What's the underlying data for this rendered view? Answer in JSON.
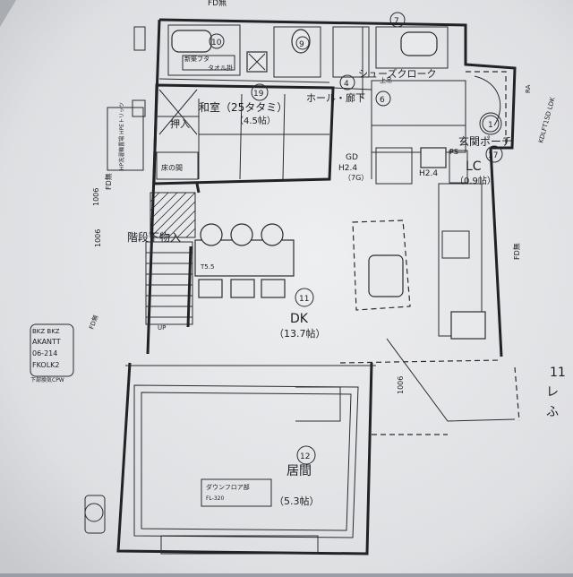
{
  "plan": {
    "top_label": "FD無",
    "right_top": "11",
    "right_mid": "レ",
    "right_bot": "ふ",
    "rooms": [
      {
        "num": "10",
        "name": "",
        "size": ""
      },
      {
        "num": "9",
        "name": "",
        "size": ""
      },
      {
        "num": "7",
        "name": "",
        "size": ""
      },
      {
        "num": "19",
        "name": "和室（25タタミ）",
        "size": "（4.5帖）"
      },
      {
        "num": "4",
        "name": "シューズクローク",
        "size": ""
      },
      {
        "num": "6",
        "name": "ホール・廊下",
        "size": ""
      },
      {
        "num": "1",
        "name": "",
        "size": ""
      },
      {
        "num": "17",
        "name": "玄関ポーチ",
        "size": ""
      },
      {
        "num": "11",
        "name": "DK",
        "size": "（13.7帖）"
      },
      {
        "num": "12",
        "name": "居間",
        "size": "（5.3帖）"
      }
    ],
    "labels": {
      "oshiire": "押入",
      "tokonoma": "床の間",
      "stair_storage": "階段下物入",
      "lc": "LC",
      "lc_size": "（0.9帖）",
      "gd": "GD",
      "h24a": "H2.4",
      "h24a_sub": "（7G）",
      "h24b": "H2.4",
      "ps": "PS",
      "up": "UP",
      "kakusaki": "新築フタ",
      "towel": "タオル掛",
      "downfloor": "ダウンフロア部",
      "downfloor_sub": "FL-320",
      "fd_left": "FD無",
      "fd_right": "FD無",
      "fd_mid": "FD無",
      "dim_1006a": "1006",
      "dim_1006b": "1006",
      "dim_1006c": "1006",
      "ts": "T5.5",
      "left_tag_1": "AKANTT",
      "left_tag_2": "06-214",
      "left_tag_3": "FKOLK2",
      "left_tag_0": "BKZ BKZ",
      "left_tag_4": "下部換気CPW",
      "left_vert": "HP洗濯機置場 HPEトリッツ",
      "right_vert": "KDLFT1SD LDK",
      "ra": "RA",
      "upper": "上吊"
    }
  }
}
